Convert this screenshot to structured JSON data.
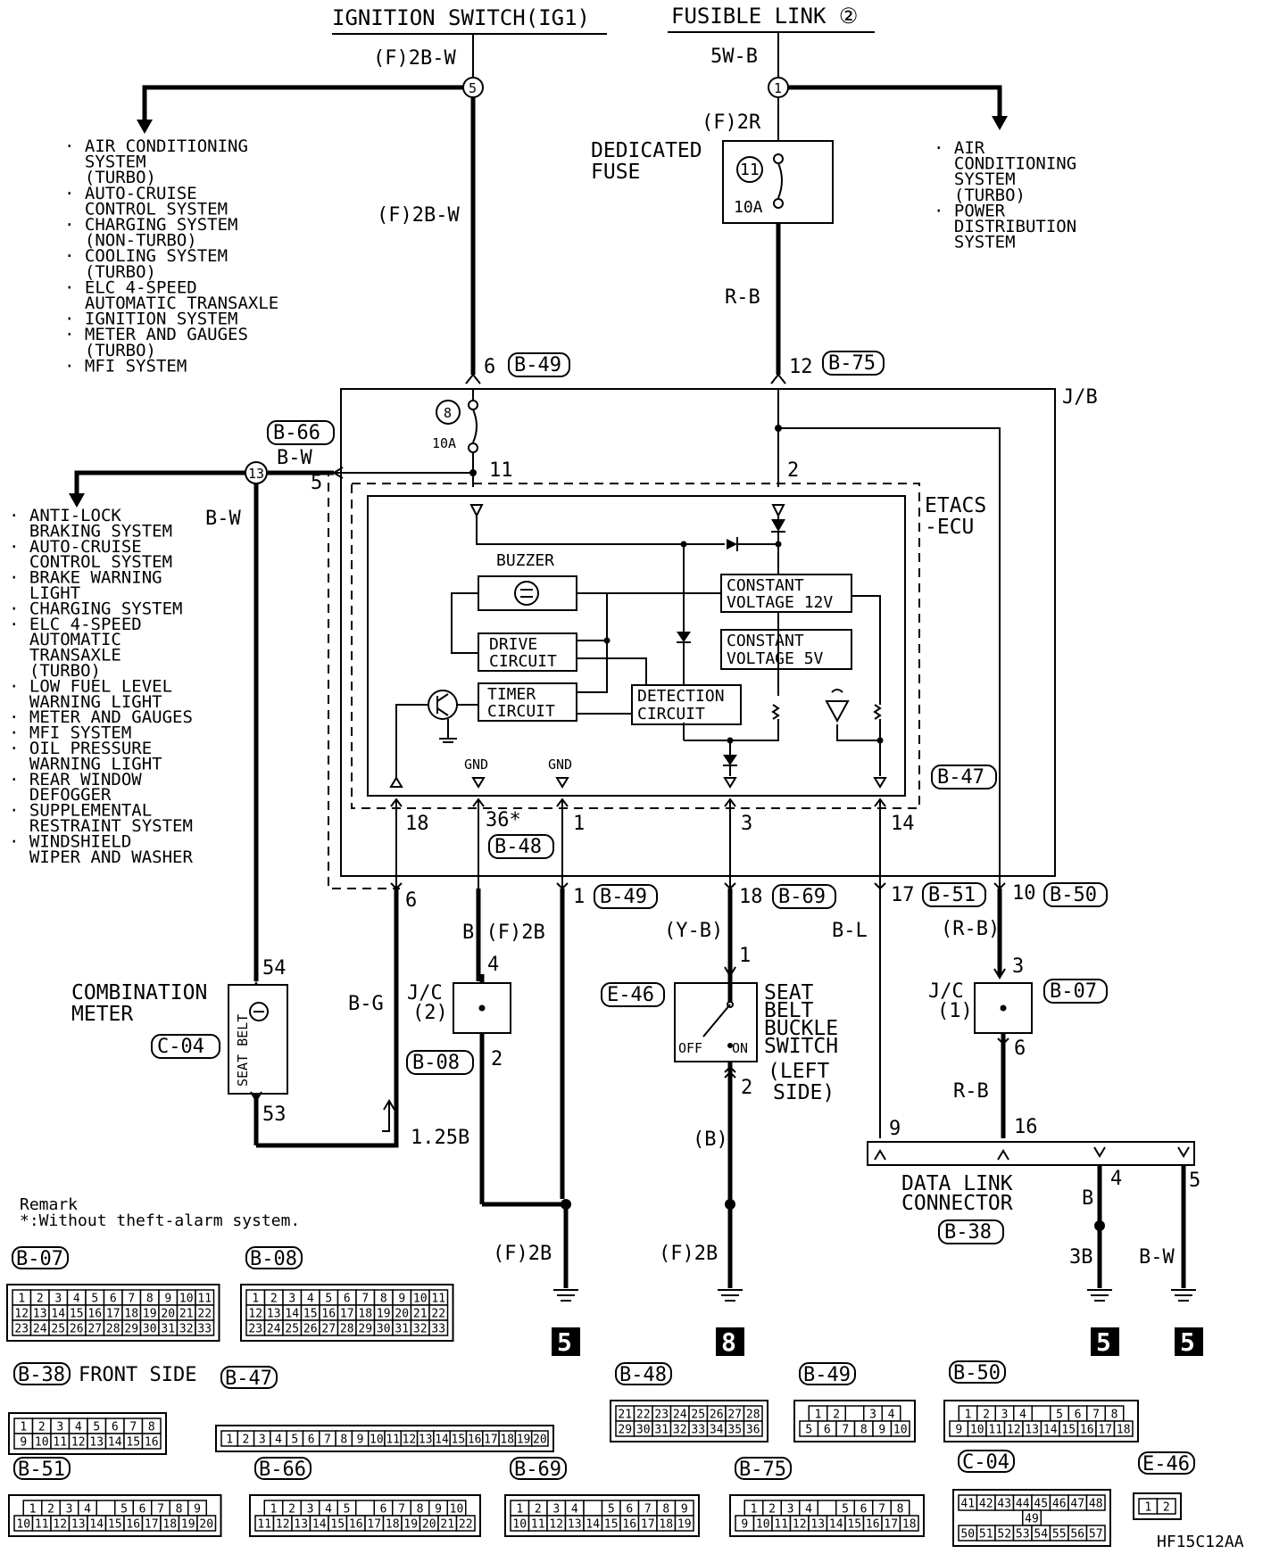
{
  "top": {
    "ignition_label": "IGNITION SWITCH(IG1)",
    "fusible_label": "FUSIBLE LINK ②",
    "wire_f2bw": "(F)2B-W",
    "wire_5wb": "5W-B",
    "node5": "5",
    "node1": "1",
    "wire_f2r": "(F)2R",
    "dedicated_fuse": [
      "DEDICATED",
      "FUSE"
    ],
    "fuse11_num": "11",
    "fuse11_amp": "10A",
    "wire_rb": "R-B"
  },
  "left_list_top": [
    "· AIR CONDITIONING",
    "  SYSTEM",
    "  (TURBO)",
    "· AUTO-CRUISE",
    "  CONTROL SYSTEM",
    "· CHARGING SYSTEM",
    "  (NON-TURBO)",
    "· COOLING SYSTEM",
    "  (TURBO)",
    "· ELC 4-SPEED",
    "  AUTOMATIC TRANSAXLE",
    "· IGNITION SYSTEM",
    "· METER AND GAUGES",
    "  (TURBO)",
    "· MFI SYSTEM"
  ],
  "right_list_top": [
    "· AIR",
    "  CONDITIONING",
    "  SYSTEM",
    "  (TURBO)",
    "· POWER",
    "  DISTRIBUTION",
    "  SYSTEM"
  ],
  "left_list_mid": [
    "· ANTI-LOCK",
    "  BRAKING SYSTEM",
    "· AUTO-CRUISE",
    "  CONTROL SYSTEM",
    "· BRAKE WARNING",
    "  LIGHT",
    "· CHARGING SYSTEM",
    "· ELC 4-SPEED",
    "  AUTOMATIC",
    "  TRANSAXLE",
    "  (TURBO)",
    "· LOW FUEL LEVEL",
    "  WARNING LIGHT",
    "· METER AND GAUGES",
    "· MFI SYSTEM",
    "· OIL PRESSURE",
    "  WARNING LIGHT",
    "· REAR WINDOW",
    "  DEFOGGER",
    "· SUPPLEMENTAL",
    "  RESTRAINT SYSTEM",
    "· WINDSHIELD",
    "  WIPER AND WASHER"
  ],
  "jb": {
    "label": "J/B",
    "pin6": "6",
    "b49": "B-49",
    "pin12": "12",
    "b75": "B-75",
    "fuse8_num": "8",
    "fuse8_amp": "10A",
    "pin11": "11",
    "pin2": "2",
    "b66": "B-66",
    "bw": "B-W",
    "node13": "13",
    "pin5": "5",
    "bw2": "B-W"
  },
  "ecu": {
    "etacs": [
      "ETACS",
      "-ECU"
    ],
    "buzzer": "BUZZER",
    "const12": [
      "CONSTANT",
      "VOLTAGE 12V"
    ],
    "drive": [
      "DRIVE",
      "CIRCUIT"
    ],
    "const5": [
      "CONSTANT",
      "VOLTAGE 5V"
    ],
    "timer": [
      "TIMER",
      "CIRCUIT"
    ],
    "detection": [
      "DETECTION",
      "CIRCUIT"
    ],
    "gnd1": "GND",
    "gnd2": "GND",
    "b47": "B-47",
    "pin18": "18",
    "pin36": "36*",
    "b48": "B-48",
    "pin1": "1",
    "pin3": "3",
    "pin14": "14"
  },
  "lower": {
    "p6": "6",
    "p1": "1",
    "b49": "B-49",
    "p18": "18",
    "b69": "B-69",
    "p17": "17",
    "b51": "B-51",
    "p10": "10",
    "b50": "B-50",
    "b_f2b": "B (F)2B",
    "yb": "(Y-B)",
    "bl": "B-L",
    "rb_paren": "(R-B)",
    "p54": "54",
    "combination": [
      "COMBINATION",
      "METER"
    ],
    "c04": "C-04",
    "seatbelt": "SEAT BELT",
    "p53": "53",
    "bg": "B-G",
    "jc2": [
      "J/C",
      "(2)"
    ],
    "jc2_p4": "4",
    "jc2_p2": "2",
    "b08": "B-08",
    "e46": "E-46",
    "sw_p1": "1",
    "seat_switch": [
      "SEAT",
      "BELT",
      "BUCKLE",
      "SWITCH",
      "(LEFT",
      "SIDE)"
    ],
    "off": "OFF",
    "on": "ON",
    "sw_p2": "2",
    "jc1": [
      "J/C",
      "(1)"
    ],
    "jc1_p3": "3",
    "jc1_p6": "6",
    "b07": "B-07",
    "rb": "R-B",
    "p9": "9",
    "p16": "16",
    "p4": "4",
    "p5": "5",
    "dlc": [
      "DATA LINK",
      "CONNECTOR"
    ],
    "b38": "B-38",
    "b125": "1.25B",
    "paren_b": "(B)",
    "f2b_a": "(F)2B",
    "f2b_b": "(F)2B",
    "b_wire": "B",
    "b3": "3B",
    "bw": "B-W",
    "gnd5a": "5",
    "gnd8": "8",
    "gnd5b": "5",
    "gnd5c": "5",
    "remark": [
      "Remark",
      "*:Without theft-alarm system."
    ]
  },
  "connectors": {
    "B-07": {
      "label": "B-07",
      "rows": [
        [
          "1",
          "2",
          "3",
          "4",
          "5",
          "6",
          "7",
          "8",
          "9",
          "10",
          "11"
        ],
        [
          "12",
          "13",
          "14",
          "15",
          "16",
          "17",
          "18",
          "19",
          "20",
          "21",
          "22"
        ],
        [
          "23",
          "24",
          "25",
          "26",
          "27",
          "28",
          "29",
          "30",
          "31",
          "32",
          "33"
        ]
      ]
    },
    "B-08": {
      "label": "B-08",
      "rows": [
        [
          "1",
          "2",
          "3",
          "4",
          "5",
          "6",
          "7",
          "8",
          "9",
          "10",
          "11"
        ],
        [
          "12",
          "13",
          "14",
          "15",
          "16",
          "17",
          "18",
          "19",
          "20",
          "21",
          "22"
        ],
        [
          "23",
          "24",
          "25",
          "26",
          "27",
          "28",
          "29",
          "30",
          "31",
          "32",
          "33"
        ]
      ]
    },
    "B-38": {
      "label": "B-38",
      "suffix": "FRONT SIDE",
      "rows": [
        [
          "1",
          "2",
          "3",
          "4",
          "5",
          "6",
          "7",
          "8"
        ],
        [
          "9",
          "10",
          "11",
          "12",
          "13",
          "14",
          "15",
          "16"
        ]
      ]
    },
    "B-47": {
      "label": "B-47",
      "rows": [
        [
          "1",
          "2",
          "3",
          "4",
          "5",
          "6",
          "7",
          "8",
          "9",
          "10",
          "11",
          "12",
          "13",
          "14",
          "15",
          "16",
          "17",
          "18",
          "19",
          "20"
        ]
      ]
    },
    "B-48": {
      "label": "B-48",
      "rows": [
        [
          "21",
          "22",
          "23",
          "24",
          "25",
          "26",
          "27",
          "28"
        ],
        [
          "29",
          "30",
          "31",
          "32",
          "33",
          "34",
          "35",
          "36"
        ]
      ]
    },
    "B-49": {
      "label": "B-49",
      "rows": [
        [
          "1",
          "2",
          "",
          "3",
          "4"
        ],
        [
          "5",
          "6",
          "7",
          "8",
          "9",
          "10"
        ]
      ]
    },
    "B-50": {
      "label": "B-50",
      "rows": [
        [
          "1",
          "2",
          "3",
          "4",
          "",
          "5",
          "6",
          "7",
          "8"
        ],
        [
          "9",
          "10",
          "11",
          "12",
          "13",
          "14",
          "15",
          "16",
          "17",
          "18"
        ]
      ]
    },
    "B-51": {
      "label": "B-51",
      "rows": [
        [
          "1",
          "2",
          "3",
          "4",
          "",
          "5",
          "6",
          "7",
          "8",
          "9"
        ],
        [
          "10",
          "11",
          "12",
          "13",
          "14",
          "15",
          "16",
          "17",
          "18",
          "19",
          "20"
        ]
      ]
    },
    "B-66": {
      "label": "B-66",
      "rows": [
        [
          "1",
          "2",
          "3",
          "4",
          "5",
          "",
          "6",
          "7",
          "8",
          "9",
          "10"
        ],
        [
          "11",
          "12",
          "13",
          "14",
          "15",
          "16",
          "17",
          "18",
          "19",
          "20",
          "21",
          "22"
        ]
      ]
    },
    "B-69": {
      "label": "B-69",
      "rows": [
        [
          "1",
          "2",
          "3",
          "4",
          "",
          "5",
          "6",
          "7",
          "8",
          "9"
        ],
        [
          "10",
          "11",
          "12",
          "13",
          "14",
          "15",
          "16",
          "17",
          "18",
          "19"
        ]
      ]
    },
    "B-75": {
      "label": "B-75",
      "rows": [
        [
          "1",
          "2",
          "3",
          "4",
          "",
          "5",
          "6",
          "7",
          "8"
        ],
        [
          "9",
          "10",
          "11",
          "12",
          "13",
          "14",
          "15",
          "16",
          "17",
          "18"
        ]
      ]
    },
    "C-04": {
      "label": "C-04",
      "rows": [
        [
          "41",
          "42",
          "43",
          "44",
          "45",
          "46",
          "47",
          "48"
        ],
        [
          "49"
        ],
        [
          "50",
          "51",
          "52",
          "53",
          "54",
          "55",
          "56",
          "57"
        ]
      ]
    },
    "E-46": {
      "label": "E-46",
      "rows": [
        [
          "1",
          "2"
        ]
      ]
    }
  },
  "code": "HF15C12AA"
}
